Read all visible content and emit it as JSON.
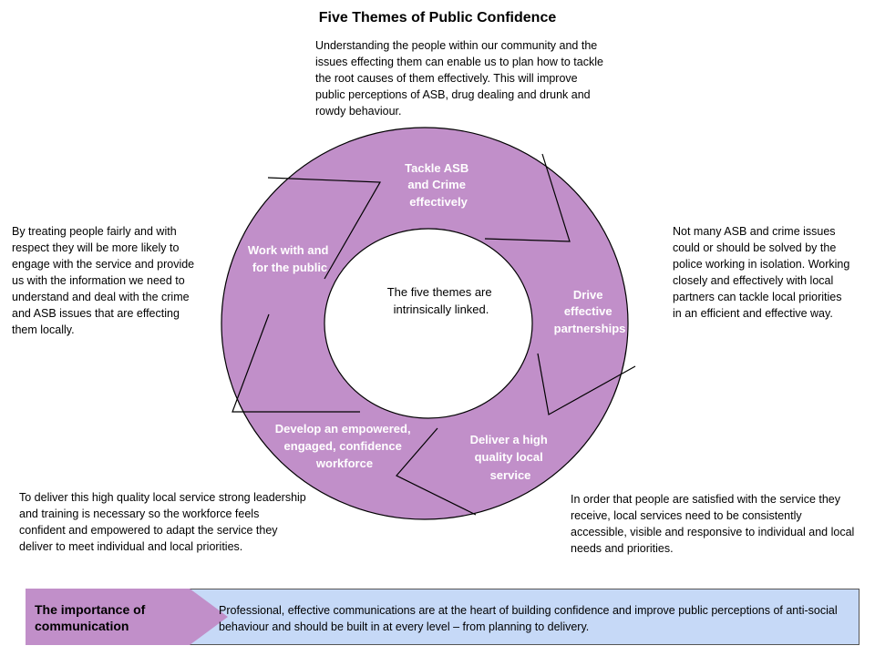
{
  "title": "Five Themes of Public Confidence",
  "colors": {
    "ring": "#c18fc9",
    "bar": "#c6d9f7",
    "arrow": "#c18fc9"
  },
  "center_text": {
    "line1": "The five themes are",
    "line2": "intrinsically linked."
  },
  "themes": {
    "tackle": [
      "Tackle ASB",
      "and Crime",
      "effectively"
    ],
    "drive": [
      "Drive",
      "effective",
      "partnerships"
    ],
    "deliver": [
      "Deliver a high",
      "quality local",
      "service"
    ],
    "develop": [
      "Develop an empowered,",
      "engaged, confidence",
      "workforce"
    ],
    "work": [
      "Work with and",
      "for the public"
    ]
  },
  "descriptions": {
    "top": "Understanding the people within our community and the issues effecting them can enable us to plan how to tackle the root causes of them effectively. This will improve public perceptions of ASB, drug dealing and drunk and rowdy behaviour.",
    "left": "By treating people fairly and with respect they will be more likely to engage with the service and provide us with the information we need to understand and deal with the crime and ASB issues that are effecting them locally.",
    "right": "Not many ASB and crime issues could or should be solved by the police working in isolation.  Working closely and effectively with local partners can tackle local priorities in an efficient and effective way.",
    "bottom_left": "To deliver this high quality local service strong leadership and training is necessary so the workforce feels confident and empowered to adapt the service they deliver to meet individual and local priorities.",
    "bottom_right": "In order that people are satisfied with the service they receive, local services need to be consistently accessible, visible and responsive to individual and local needs and priorities."
  },
  "communication": {
    "heading": "The importance of communication",
    "text": "Professional, effective communications are at the heart of building confidence and improve public perceptions of anti-social behaviour and should be built in at every level – from planning to delivery."
  }
}
